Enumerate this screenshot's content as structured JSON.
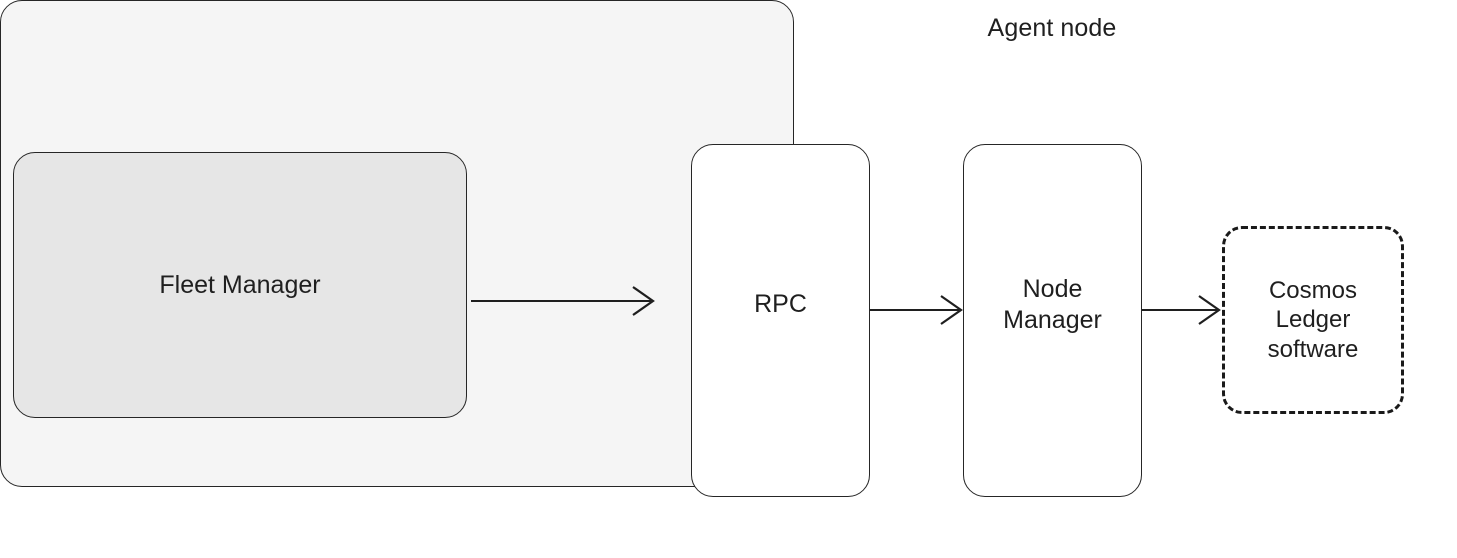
{
  "diagram": {
    "title": "Agent node",
    "background": "#ffffff",
    "colors": {
      "container_fill": "#f5f5f5",
      "fleet_manager_fill": "#e6e6e6",
      "node_fill": "#ffffff",
      "stroke": "#262626",
      "text": "#1f1f1f"
    },
    "nodes": {
      "fleet_manager": {
        "label": "Fleet Manager"
      },
      "rpc": {
        "label": "RPC"
      },
      "node_manager": {
        "label": "Node\nManager"
      },
      "cosmos_ledger": {
        "label": "Cosmos\nLedger\nsoftware"
      }
    },
    "edges": [
      {
        "from": "Fleet Manager",
        "to": "Agent node",
        "style": "solid",
        "arrowhead": "open"
      },
      {
        "from": "RPC",
        "to": "Node Manager",
        "style": "solid",
        "arrowhead": "open"
      },
      {
        "from": "Node Manager",
        "to": "Cosmos Ledger software",
        "style": "solid",
        "arrowhead": "open"
      }
    ]
  }
}
